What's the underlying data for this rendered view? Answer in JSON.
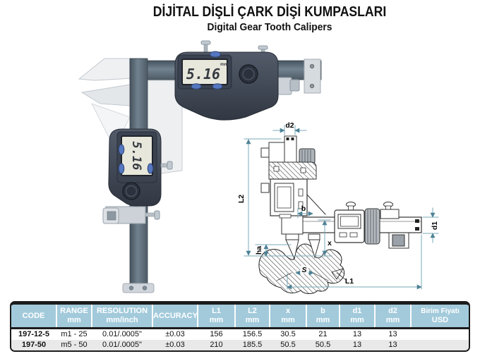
{
  "header": {
    "title_tr": "DİJİTAL DİŞLİ ÇARK DİŞİ KUMPASLARI",
    "title_en": "Digital Gear Tooth Calipers"
  },
  "photo": {
    "horizontal_caliper": {
      "display_value": "5.16",
      "display_unit": "mm"
    },
    "vertical_caliper": {
      "display_value": "5.16",
      "display_unit": "mm"
    }
  },
  "diagram": {
    "labels": {
      "d2": "d2",
      "L2": "L2",
      "b": "b",
      "ha": "ha",
      "x": "x",
      "d1": "d1",
      "S": "S",
      "L1": "L1"
    }
  },
  "table": {
    "headers": [
      {
        "l1": "CODE",
        "l2": ""
      },
      {
        "l1": "RANGE",
        "l2": "mm"
      },
      {
        "l1": "RESOLUTION",
        "l2": "mm/inch"
      },
      {
        "l1": "ACCURACY",
        "l2": ""
      },
      {
        "l1": "L1",
        "l2": "mm"
      },
      {
        "l1": "L2",
        "l2": "mm"
      },
      {
        "l1": "x",
        "l2": "mm"
      },
      {
        "l1": "b",
        "l2": "mm"
      },
      {
        "l1": "d1",
        "l2": "mm"
      },
      {
        "l1": "d2",
        "l2": "mm"
      },
      {
        "l1": "Birim Fiyatı",
        "l2": "USD"
      }
    ],
    "rows": [
      [
        "197-12-5",
        "m1 - 25",
        "0.01/.0005\"",
        "±0.03",
        "156",
        "156.5",
        "30.5",
        "21",
        "13",
        "13",
        ""
      ],
      [
        "197-50",
        "m5 - 50",
        "0.01/.0005\"",
        "±0.03",
        "210",
        "185.5",
        "50.5",
        "50.5",
        "13",
        "13",
        ""
      ]
    ]
  },
  "colors": {
    "table_header_bg": "#a2cadb",
    "table_frame": "#1c1c1c",
    "row_alt_bg": "#e9e9e9",
    "dimension_line": "#7aa8b8",
    "dimension_arrow": "#4d8296",
    "lcd_bg": "#e8e7db",
    "caliper_body": "#454c58",
    "beam_steel": "#5a6a79",
    "button_blue": "#5577c0"
  }
}
